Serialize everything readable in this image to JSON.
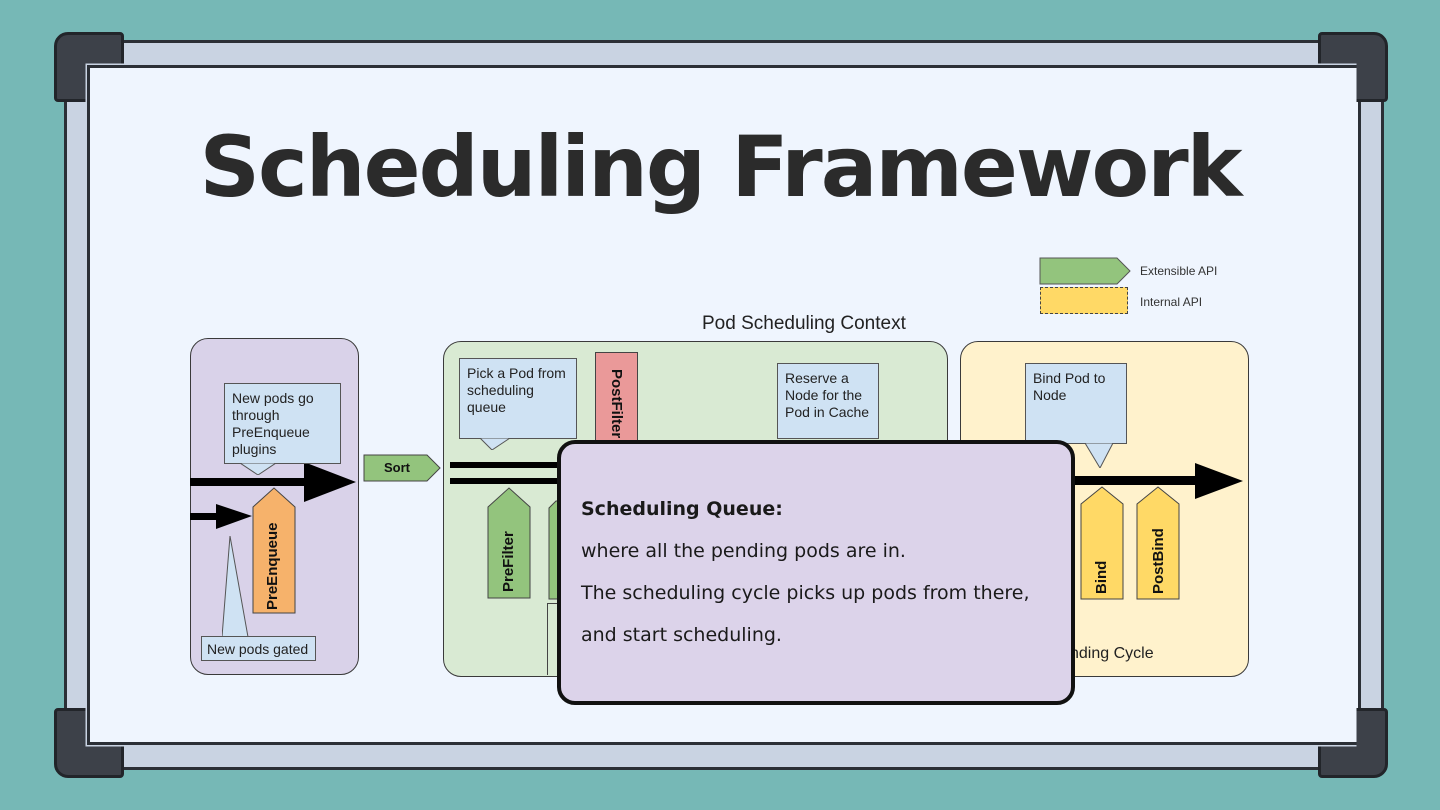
{
  "title": "Scheduling Framework",
  "legend": {
    "extensible": "Extensible API",
    "internal": "Internal API",
    "colors": {
      "extensible": "#93c47d",
      "internal": "#ffd966"
    }
  },
  "context_label": "Pod Scheduling Context",
  "notes": {
    "preenqueue": "New pods go through PreEnqueue plugins",
    "gated": "New pods gated",
    "pick_pod": "Pick a Pod from scheduling queue",
    "reserve": "Reserve a Node for the Pod in Cache",
    "bind_pod": "Bind Pod to Node"
  },
  "plugins": {
    "sort": "Sort",
    "preenqueue": "PreEnqueue",
    "prefilter": "PreFilter",
    "postfilter": "PostFilter",
    "bind": "Bind",
    "postbind": "PostBind"
  },
  "binding_cycle_partial": "nding Cycle",
  "popup": {
    "title": "Scheduling Queue:",
    "line1": "where all the pending pods are in.",
    "line2": "The scheduling cycle picks up pods from there,",
    "line3": "and start scheduling."
  }
}
